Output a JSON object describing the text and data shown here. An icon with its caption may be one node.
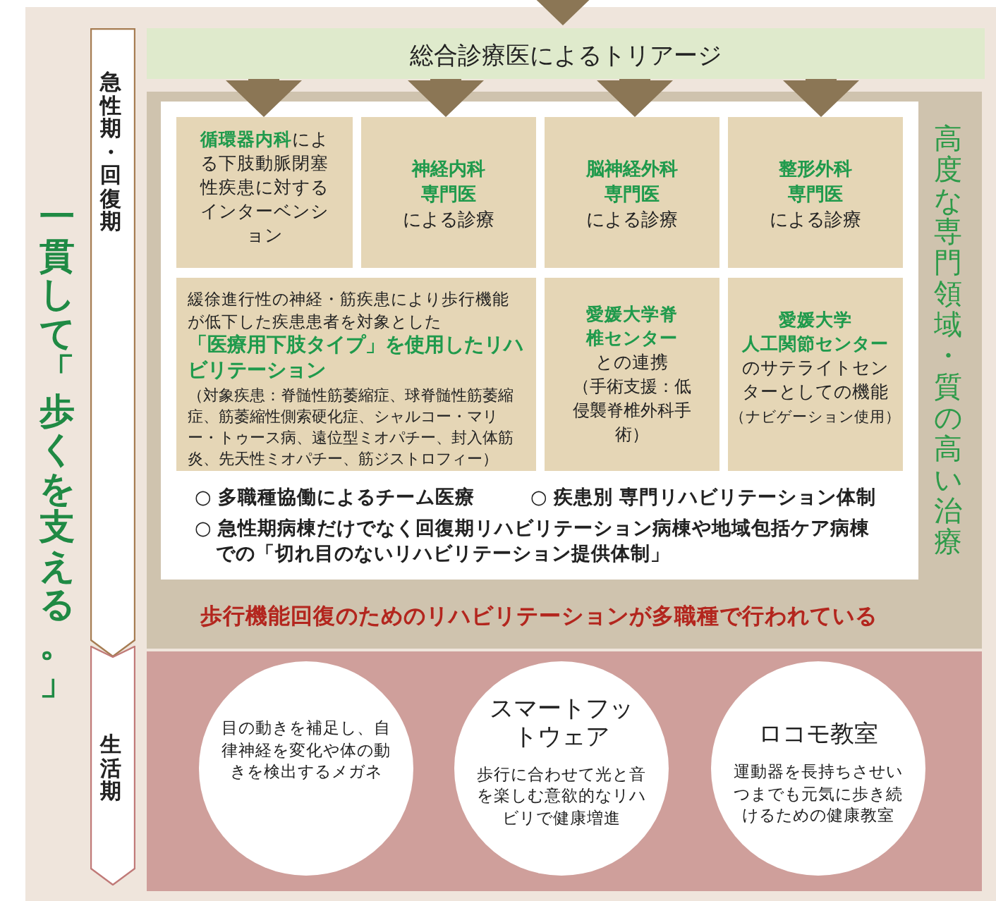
{
  "diagram": {
    "nodes": [
      {
        "text": [
          "急性期・回復期"
        ]
      },
      {
        "text": [
          "生活期"
        ]
      },
      {
        "text": [
          "総合診療医によるトリアージ"
        ]
      },
      {
        "text": [
          "高度な専門領域・質の高い治療",
          "歩行機能回復のためのリハビリテーションが多職種で行われている"
        ]
      },
      {
        "text": [
          "○ 多職種協働によるチーム医療",
          "○ 疾患別 専門リハビリテーション体制",
          "○ 急性期病棟だけでなく回復期リハビリテーション病棟や地域包括ケア病棟での「切れ目のないリハビリテーション提供体制」"
        ],
        "in": 3
      },
      {
        "text": [
          "**循環器内科**による下肢動脈閉塞性疾患に対するインターベンション"
        ],
        "in": 4
      },
      {
        "text": [
          "神経内科専門医",
          "による診療"
        ],
        "in": 4
      },
      {
        "text": [
          "脳神経外科専門医",
          "による診療"
        ],
        "in": 4
      },
      {
        "text": [
          "整形外科専門医",
          "による診療"
        ],
        "in": 4
      },
      {
        "text": [
          "緩徐進行性の神経・筋疾患により歩行機能が低下した疾患患者を対象とした",
          "「医療用下肢タイプ」を使用したリハビリテーション",
          "（対象疾患：脊髄性筋萎縮症、球脊髄性筋萎縮症、筋萎縮性側索硬化症、シャルコー・マリー・トゥース病、遠位型ミオパチー、封入体筋炎、先天性ミオパチー、筋ジストロフィー）"
        ],
        "in": 4
      },
      {
        "text": [
          "愛媛大学脊椎センター",
          "との連携",
          "（手術支援：低侵襲脊椎外科手術）"
        ],
        "in": 4
      },
      {
        "text": [
          "愛媛大学",
          "**人工関節センター**のサテライトセンターとしての機能",
          "（ナビゲーション使用）"
        ],
        "in": 4
      },
      {
        "text": [],
        "shape": "box"
      },
      {
        "text": [
          "目の動きを補足し、自律神経を変化や体の動きを検出するメガネ"
        ],
        "in": 12
      },
      {
        "text": [
          "スマートフットウェア",
          "歩行に合わせて光と音を楽しむ意欲的なリハビリで健康増進"
        ],
        "in": 12
      },
      {
        "text": [
          "ロコモ教室",
          "運動器を長持ちさせいつまでも元気に歩き続けるための健康教室"
        ],
        "in": 12
      }
    ],
    "edges": [
      {
        "from": null,
        "to": 2,
        "arrow": "to"
      },
      {
        "from": 2,
        "to": 5,
        "arrow": "to"
      },
      {
        "from": 2,
        "to": 6,
        "arrow": "to"
      },
      {
        "from": 2,
        "to": 7,
        "arrow": "to"
      },
      {
        "from": 2,
        "to": 8,
        "arrow": "to"
      }
    ],
    "labels": [
      "一貫して「歩くを支える。」"
    ]
  }
}
